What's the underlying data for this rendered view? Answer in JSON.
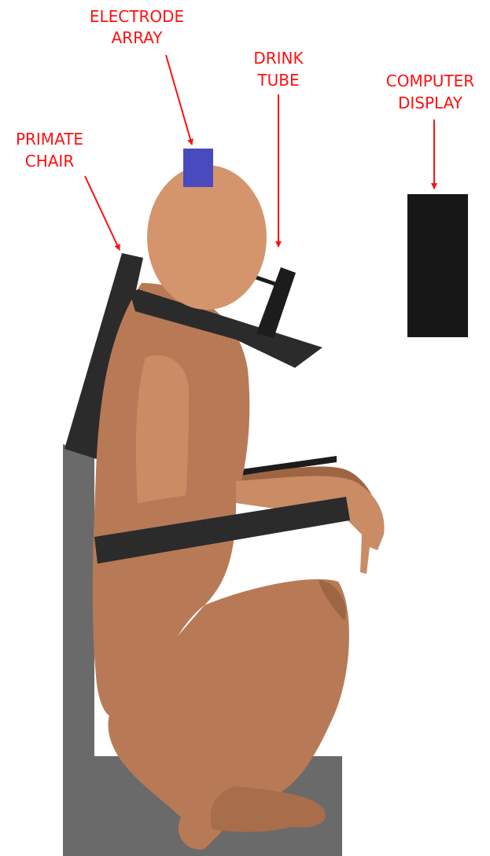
{
  "labels": {
    "electrode_array": [
      "ELECTRODE",
      "ARRAY"
    ],
    "drink_tube": [
      "DRINK",
      "TUBE"
    ],
    "computer_display": [
      "COMPUTER",
      "DISPLAY"
    ],
    "primate_chair": [
      "PRIMATE",
      "CHAIR"
    ]
  },
  "colors": {
    "label": "#ff1010",
    "electrode": "#4a4abf",
    "skin": "#d4956c",
    "body": "#b87a56",
    "body_light": "#c98c64",
    "body_dark": "#9e6544",
    "chair_frame": "#2b2b2b",
    "chair_seat": "#6a6a6a",
    "display": "#171717"
  }
}
